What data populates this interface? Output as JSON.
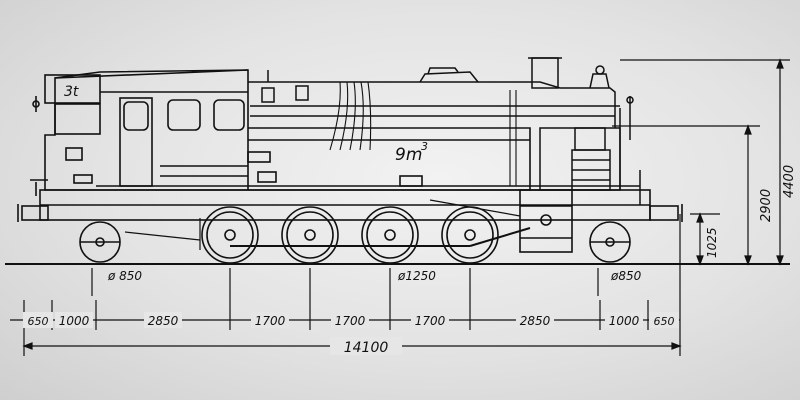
{
  "drawing": {
    "cab_capacity": "3t",
    "tank_capacity_base": "9m",
    "tank_capacity_exp": "3",
    "wheel_diameters": {
      "leading": "ø 850",
      "coupled": "ø1250",
      "trailing": "ø850"
    },
    "horizontal_dims": [
      "650",
      "1000",
      "2850",
      "1700",
      "1700",
      "1700",
      "2850",
      "1000",
      "650"
    ],
    "overall_length": "14100",
    "vertical_dims": {
      "axle_height": "1025",
      "boiler_height": "2900",
      "total_height": "4400"
    }
  }
}
